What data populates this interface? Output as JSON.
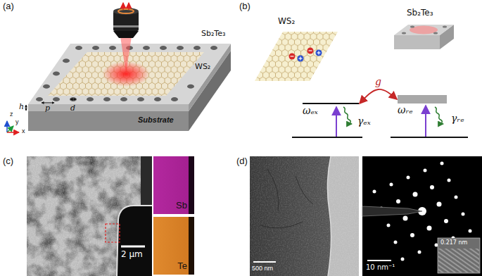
{
  "diagram": {
    "nodes": [
      {
        "text": [
          "ωₑₓ"
        ]
      },
      {
        "text": [
          "ωᵣₑ"
        ]
      },
      {
        "text": [
          "Sb"
        ]
      },
      {
        "text": [
          "Te"
        ]
      }
    ],
    "edges": [
      {
        "from": 0,
        "to": 1,
        "arrow": "both",
        "label": "g"
      }
    ],
    "labels": [
      "(a)",
      "Sb₂Te₃",
      "WS₂",
      "d",
      "p",
      "h",
      "Substrate",
      "z",
      "y",
      "x",
      "(b)",
      "WS₂",
      "Sb₂Te₃",
      "γₑₓ",
      "γᵣₑ",
      "(c)",
      "2 μm",
      "(d)",
      "500 nm",
      "10 nm⁻¹",
      "0.217 nm"
    ]
  }
}
